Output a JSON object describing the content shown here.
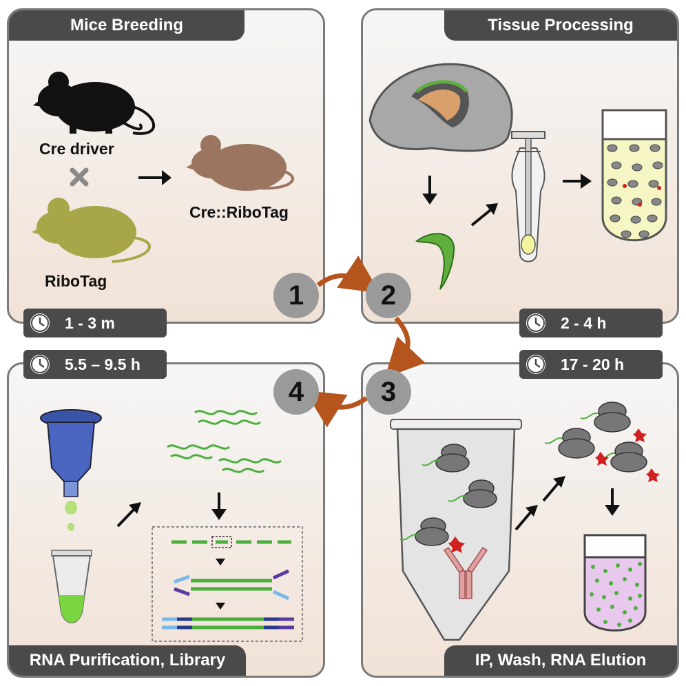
{
  "panels": {
    "p1": {
      "title": "Mice Breeding",
      "time": "1 - 3 m",
      "labels": {
        "cre": "Cre driver",
        "ribotag": "RiboTag",
        "cross": "Cre::RiboTag"
      }
    },
    "p2": {
      "title": "Tissue Processing",
      "time": "2 - 4 h"
    },
    "p3": {
      "title": "IP, Wash, RNA Elution",
      "time": "17 - 20 h"
    },
    "p4": {
      "title": "RNA Purification, Library",
      "time": "5.5 – 9.5 h"
    }
  },
  "steps": [
    "1",
    "2",
    "3",
    "4"
  ],
  "colors": {
    "tab": "#4a4a4a",
    "arrow": "#b5541c",
    "mouse_cre": "#111111",
    "mouse_ribotag": "#a7a74a",
    "mouse_cross": "#9c7560",
    "rna": "#4cae3c"
  },
  "icons": [
    "clock-icon",
    "mouse-icon",
    "brain-icon",
    "homogenizer-icon",
    "tube-icon",
    "ribosome-icon",
    "antibody-icon",
    "column-icon",
    "rna-strand-icon"
  ]
}
